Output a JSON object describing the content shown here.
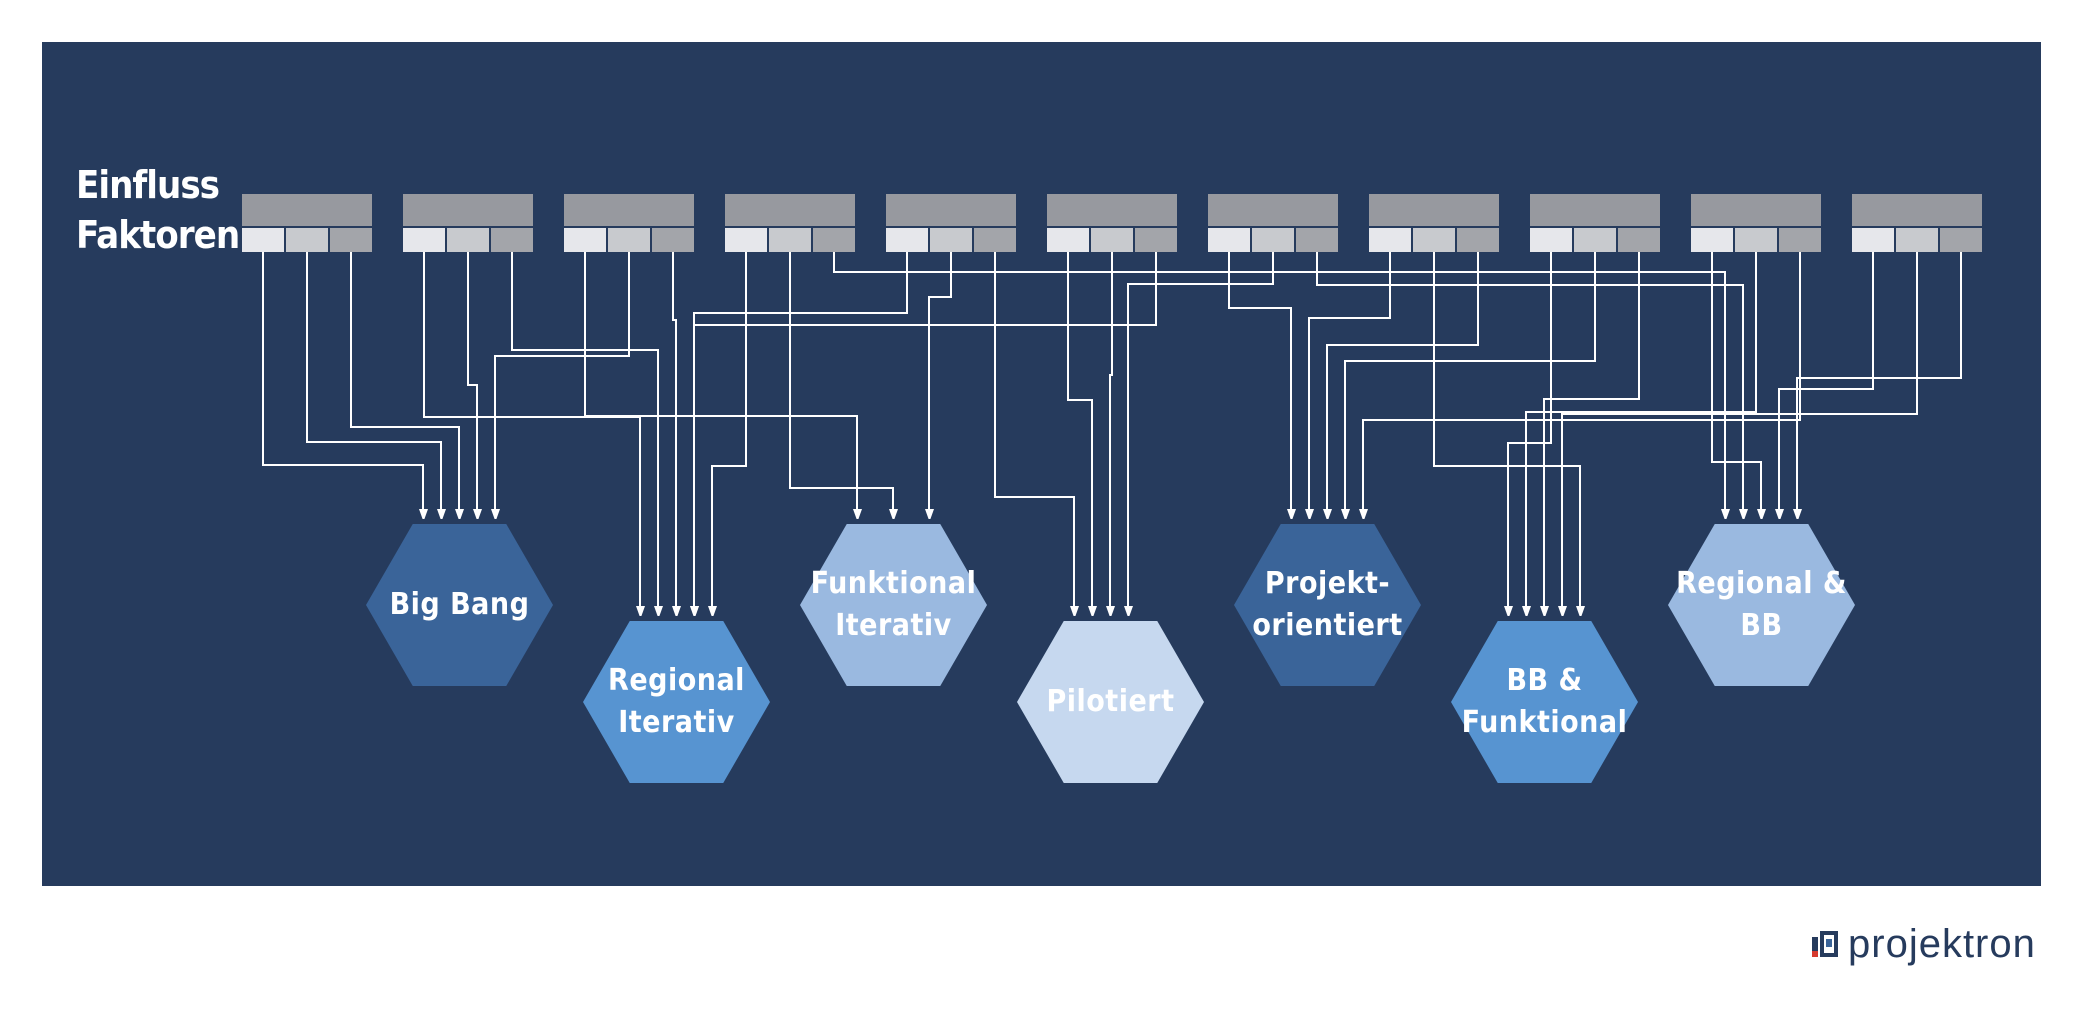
{
  "heading": {
    "line1": "Einfluss",
    "line2": "Faktoren"
  },
  "colors": {
    "background": "#263b5d",
    "factor_top": "#97999f",
    "factor_cell_light": "#e6e7eb",
    "factor_cell_mid": "#c8cace",
    "factor_cell_dark": "#a3a5aa",
    "connector": "#ffffff",
    "hex_dark": "#3a6499",
    "hex_medium": "#5794d1",
    "hex_light": "#9ab9e0",
    "hex_pale": "#c6d8ef"
  },
  "factor_count": 11,
  "nodes": [
    {
      "id": "big-bang",
      "label": "Big Bang",
      "color": "#3a6499"
    },
    {
      "id": "regional-iterativ",
      "label": "Regional\nIterativ",
      "color": "#5794d1"
    },
    {
      "id": "funktional-iterativ",
      "label": "Funktional\nIterativ",
      "color": "#9ab9e0"
    },
    {
      "id": "pilotiert",
      "label": "Pilotiert",
      "color": "#c6d8ef"
    },
    {
      "id": "projektorientiert",
      "label": "Projekt-\norientiert",
      "color": "#3a6499"
    },
    {
      "id": "bb-funktional",
      "label": "BB &\nFunktional",
      "color": "#5794d1"
    },
    {
      "id": "regional-bb",
      "label": "Regional &\nBB",
      "color": "#9ab9e0"
    }
  ],
  "logo": {
    "text": "projektron"
  }
}
